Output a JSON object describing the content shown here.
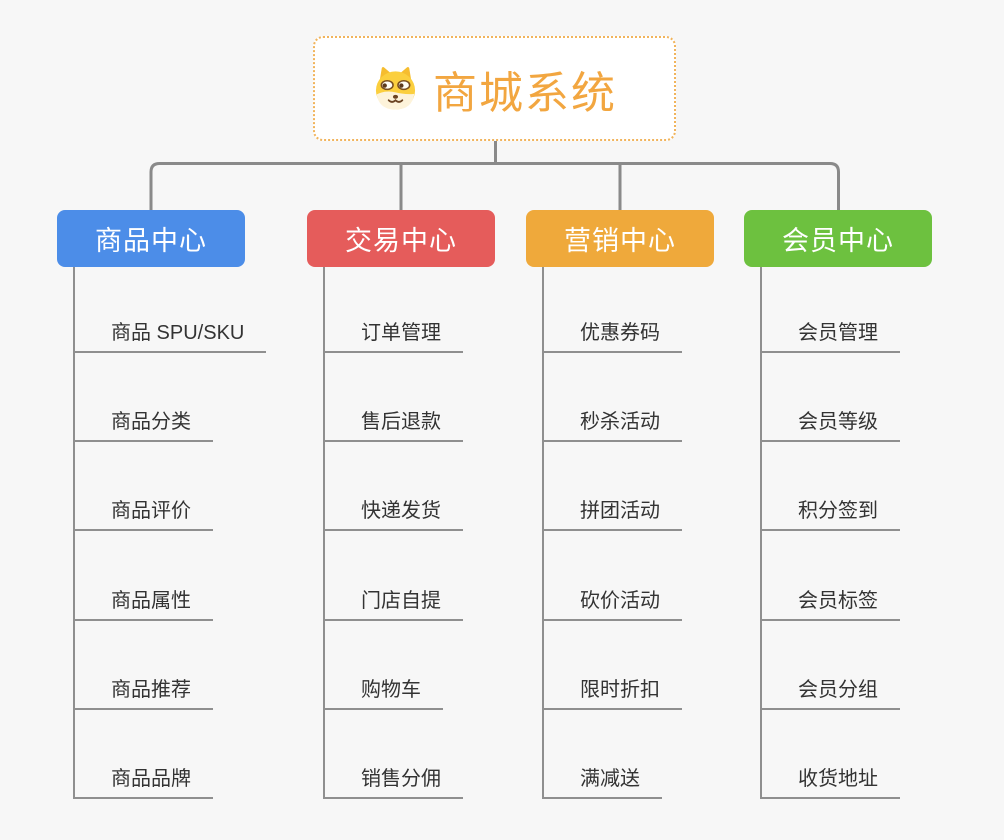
{
  "root": {
    "title": "商城系统",
    "icon": "dog-face-icon"
  },
  "branches": [
    {
      "label": "商品中心",
      "color": "#4c8de8",
      "items": [
        "商品 SPU/SKU",
        "商品分类",
        "商品评价",
        "商品属性",
        "商品推荐",
        "商品品牌"
      ]
    },
    {
      "label": "交易中心",
      "color": "#e55c5b",
      "items": [
        "订单管理",
        "售后退款",
        "快递发货",
        "门店自提",
        "购物车",
        "销售分佣"
      ]
    },
    {
      "label": "营销中心",
      "color": "#efa93b",
      "items": [
        "优惠券码",
        "秒杀活动",
        "拼团活动",
        "砍价活动",
        "限时折扣",
        "满减送"
      ]
    },
    {
      "label": "会员中心",
      "color": "#6dc13f",
      "items": [
        "会员管理",
        "会员等级",
        "积分签到",
        "会员标签",
        "会员分组",
        "收货地址"
      ]
    }
  ],
  "colors": {
    "background": "#f7f7f7",
    "connector": "#8a8a8a",
    "underline": "#8f8f8f",
    "item_text": "#333333",
    "root_text": "#f2a640",
    "root_border": "#f1b45c"
  }
}
